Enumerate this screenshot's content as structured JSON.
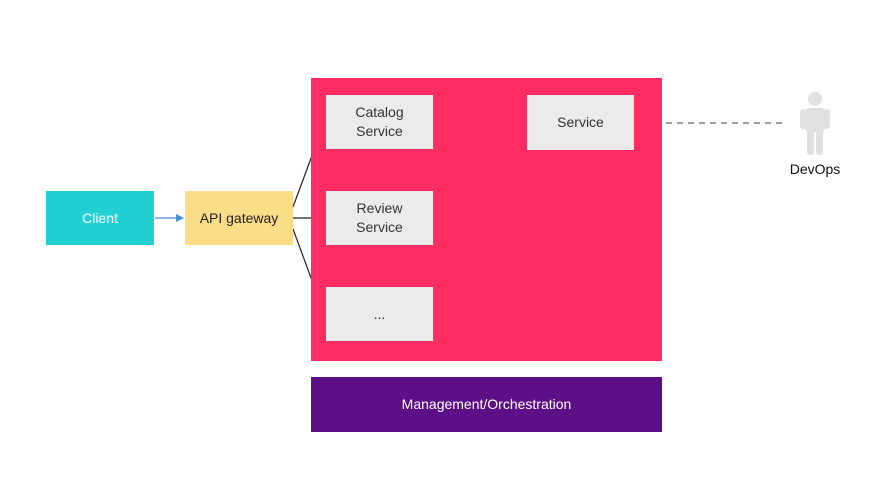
{
  "diagram": {
    "client": "Client",
    "gateway": "API gateway",
    "services": {
      "catalog": "Catalog\nService",
      "review": "Review\nService",
      "more": "...",
      "service": "Service"
    },
    "management": "Management/Orchestration",
    "actor": "DevOps"
  },
  "colors": {
    "client": "#22d0d4",
    "gateway": "#fbdc87",
    "cluster": "#ff2d62",
    "service_box": "#ebebeb",
    "management": "#5c0f86",
    "actor_icon": "#e0e0e0",
    "client_arrow": "#4a8fd8"
  },
  "icons": {
    "actor": "person-icon"
  }
}
